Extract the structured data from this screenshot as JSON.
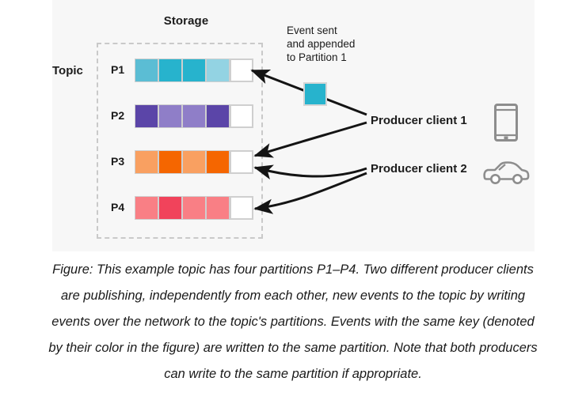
{
  "figure": {
    "storage_title": "Storage",
    "topic_label": "Topic",
    "event_note": "Event sent\nand appended\nto Partition 1",
    "producer_1": "Producer client 1",
    "producer_2": "Producer client 2",
    "icons": {
      "phone": "mobile-phone-icon",
      "car": "car-icon"
    },
    "partitions": [
      {
        "name": "P1",
        "segments": [
          {
            "color": "#5bbdd4",
            "empty": false
          },
          {
            "color": "#27b3cd",
            "empty": false
          },
          {
            "color": "#27b3cd",
            "empty": false
          },
          {
            "color": "#93d3e3",
            "empty": false
          },
          {
            "color": "#ffffff",
            "empty": true
          }
        ]
      },
      {
        "name": "P2",
        "segments": [
          {
            "color": "#5b45a8",
            "empty": false
          },
          {
            "color": "#8f7ec8",
            "empty": false
          },
          {
            "color": "#8f7ec8",
            "empty": false
          },
          {
            "color": "#5b45a8",
            "empty": false
          },
          {
            "color": "#ffffff",
            "empty": true
          }
        ]
      },
      {
        "name": "P3",
        "segments": [
          {
            "color": "#f9a061",
            "empty": false
          },
          {
            "color": "#f56600",
            "empty": false
          },
          {
            "color": "#f9a061",
            "empty": false
          },
          {
            "color": "#f56600",
            "empty": false
          },
          {
            "color": "#ffffff",
            "empty": true
          }
        ]
      },
      {
        "name": "P4",
        "segments": [
          {
            "color": "#f97f85",
            "empty": false
          },
          {
            "color": "#f1435b",
            "empty": false
          },
          {
            "color": "#f97f85",
            "empty": false
          },
          {
            "color": "#f97f85",
            "empty": false
          },
          {
            "color": "#ffffff",
            "empty": true
          }
        ]
      }
    ],
    "event_in_flight_color": "#27b3cd",
    "arrows": [
      {
        "name": "arrow-producer1-to-p1",
        "from": "Producer client 1",
        "to": "P1"
      },
      {
        "name": "arrow-producer1-to-p3",
        "from": "Producer client 1",
        "to": "P3"
      },
      {
        "name": "arrow-producer2-to-p3",
        "from": "Producer client 2",
        "to": "P3"
      },
      {
        "name": "arrow-producer2-to-p4",
        "from": "Producer client 2",
        "to": "P4"
      }
    ]
  },
  "caption": {
    "text": "Figure: This example topic has four partitions P1–P4. Two different producer clients are publishing, independently from each other, new events to the topic by writing events over the network to the topic's partitions. Events with the same key (denoted by their color in the figure) are written to the same partition. Note that both producers can write to the same partition if appropriate."
  },
  "colors": {
    "panel_background": "#f7f7f7",
    "page_background": "#ffffff",
    "dashed_border": "#c9c9c9",
    "bar_frame": "#cfcfcf",
    "text": "#1c1c1c",
    "arrow": "#141414",
    "icon_stroke": "#8d8d8d"
  }
}
